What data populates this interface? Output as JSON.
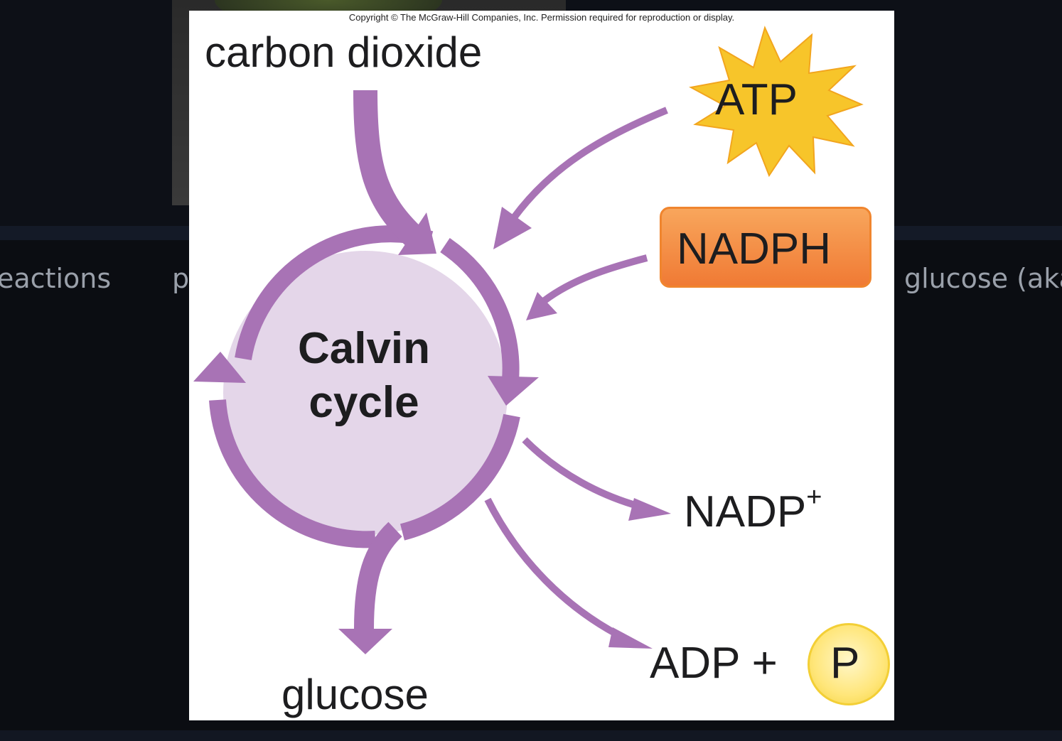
{
  "background": {
    "labels": [
      "eactions",
      "p",
      "glucose (aka"
    ],
    "colors": {
      "page": "#0b0d12",
      "band": "#141a27",
      "text": "#9aa0aa"
    }
  },
  "diagram": {
    "copyright": "Copyright © The McGraw-Hill Companies, Inc. Permission required for reproduction or display.",
    "labels": {
      "carbon_dioxide": "carbon dioxide",
      "atp": "ATP",
      "nadph": "NADPH",
      "calvin_cycle": "Calvin cycle",
      "nadp": "NADP",
      "nadp_sup": "+",
      "adp": "ADP +",
      "p": "P",
      "glucose": "glucose"
    },
    "colors": {
      "arrow": "#a873b5",
      "cycle_fill": "#e4d6e9",
      "atp_burst": "#f7c52a",
      "nadph_box": "#f28a3c",
      "p_circle": "#fde67a"
    }
  }
}
